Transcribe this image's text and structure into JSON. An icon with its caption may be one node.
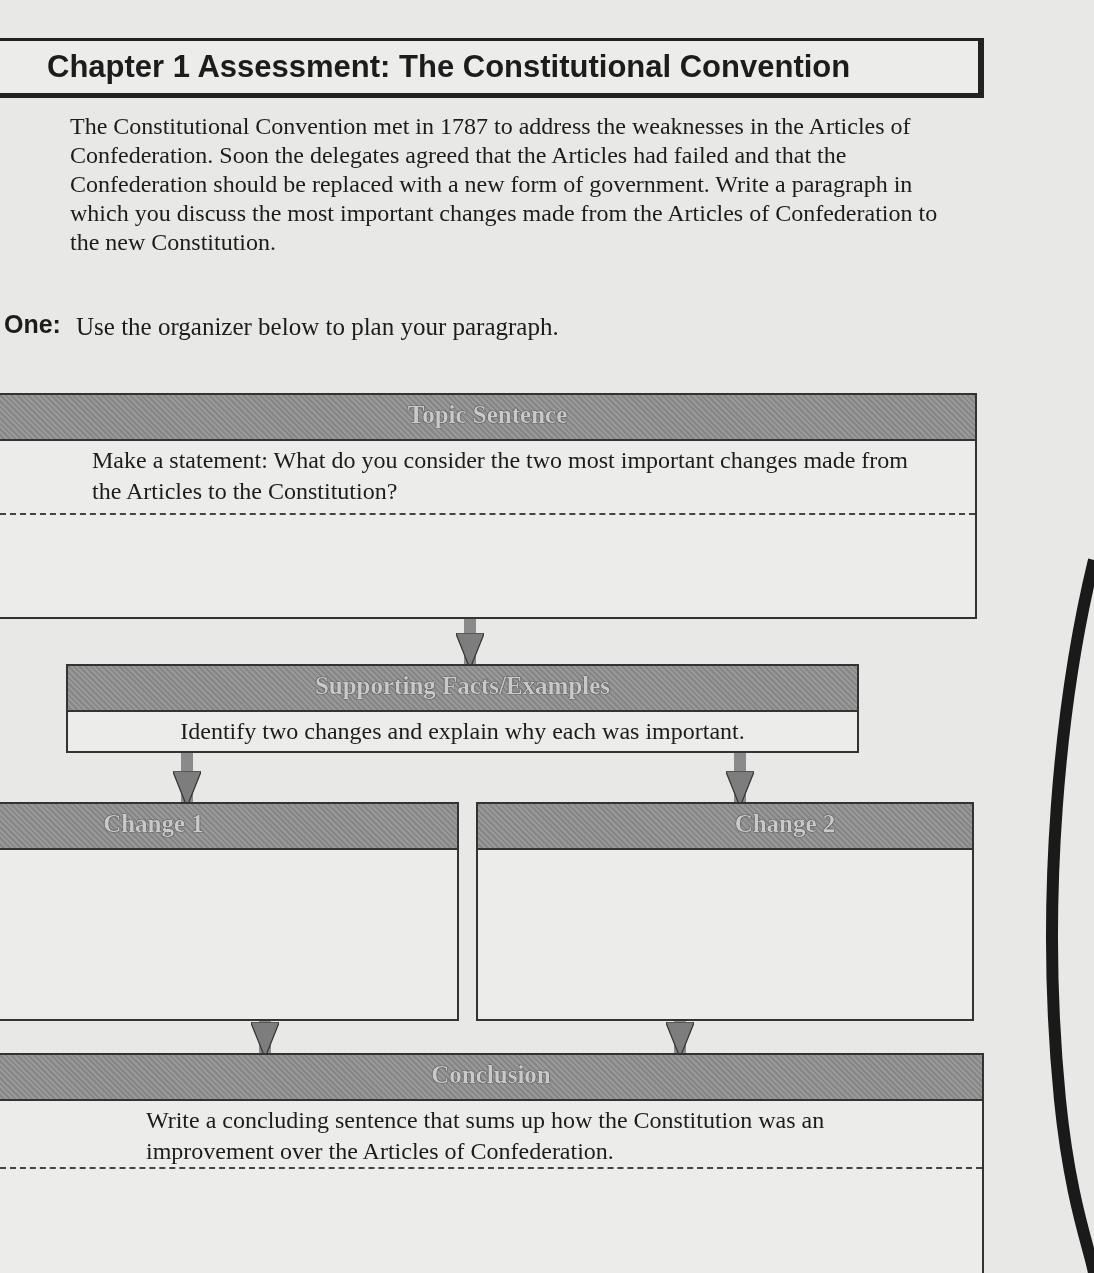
{
  "diagram": {
    "title": "Chapter 1 Assessment: The Constitutional Convention",
    "nodes": [
      {
        "text": [
          "Topic Sentence",
          "Make a statement: What do you consider the two most important changes made from the Articles to the Constitution?"
        ]
      },
      {
        "text": [
          "Supporting Facts/Examples",
          "Identify two changes and explain why each was important."
        ]
      },
      {
        "text": [
          "Change 1"
        ]
      },
      {
        "text": [
          "Change 2"
        ]
      },
      {
        "text": [
          "Conclusion",
          "Write a concluding sentence that sums up how the Constitution was an improvement over the Articles of Confederation."
        ]
      }
    ],
    "edges": [
      {
        "from": 0,
        "to": 1,
        "arrow": "to"
      },
      {
        "from": 1,
        "to": 2,
        "arrow": "to"
      },
      {
        "from": 1,
        "to": 3,
        "arrow": "to"
      },
      {
        "from": 2,
        "to": 4,
        "arrow": "to"
      },
      {
        "from": 3,
        "to": 4,
        "arrow": "to"
      }
    ],
    "labels": [
      "The Constitutional Convention met in 1787 to address the weaknesses in the Articles of Confederation. Soon the delegates agreed that the Articles had failed and that the Confederation should be replaced with a new form of government. Write a paragraph in which you discuss the most important changes made from the Articles of Confederation to the new Constitution.",
      "One:",
      "Use the organizer below to plan your paragraph."
    ]
  }
}
